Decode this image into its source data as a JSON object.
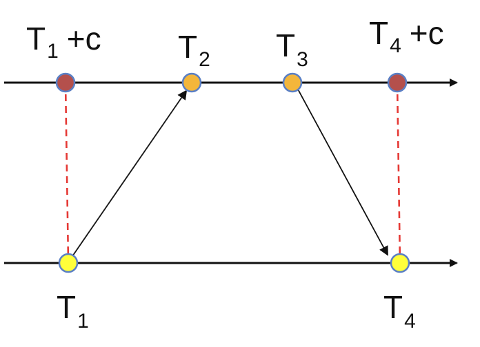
{
  "diagram": {
    "labels": {
      "t1_plus_c": {
        "base": "T",
        "sub": "1",
        "suffix": "+c"
      },
      "t2": {
        "base": "T",
        "sub": "2"
      },
      "t3": {
        "base": "T",
        "sub": "3"
      },
      "t4_plus_c": {
        "base": "T",
        "sub": "4",
        "suffix": "+c"
      },
      "t1": {
        "base": "T",
        "sub": "1"
      },
      "t4": {
        "base": "T",
        "sub": "4"
      }
    },
    "colors": {
      "offset_point": "#b4504c",
      "server_point": "#f3b63b",
      "client_point": "#ffff3a",
      "point_outline": "#5a7fc4",
      "dashed_line": "#e53935",
      "line": "#111111"
    }
  }
}
